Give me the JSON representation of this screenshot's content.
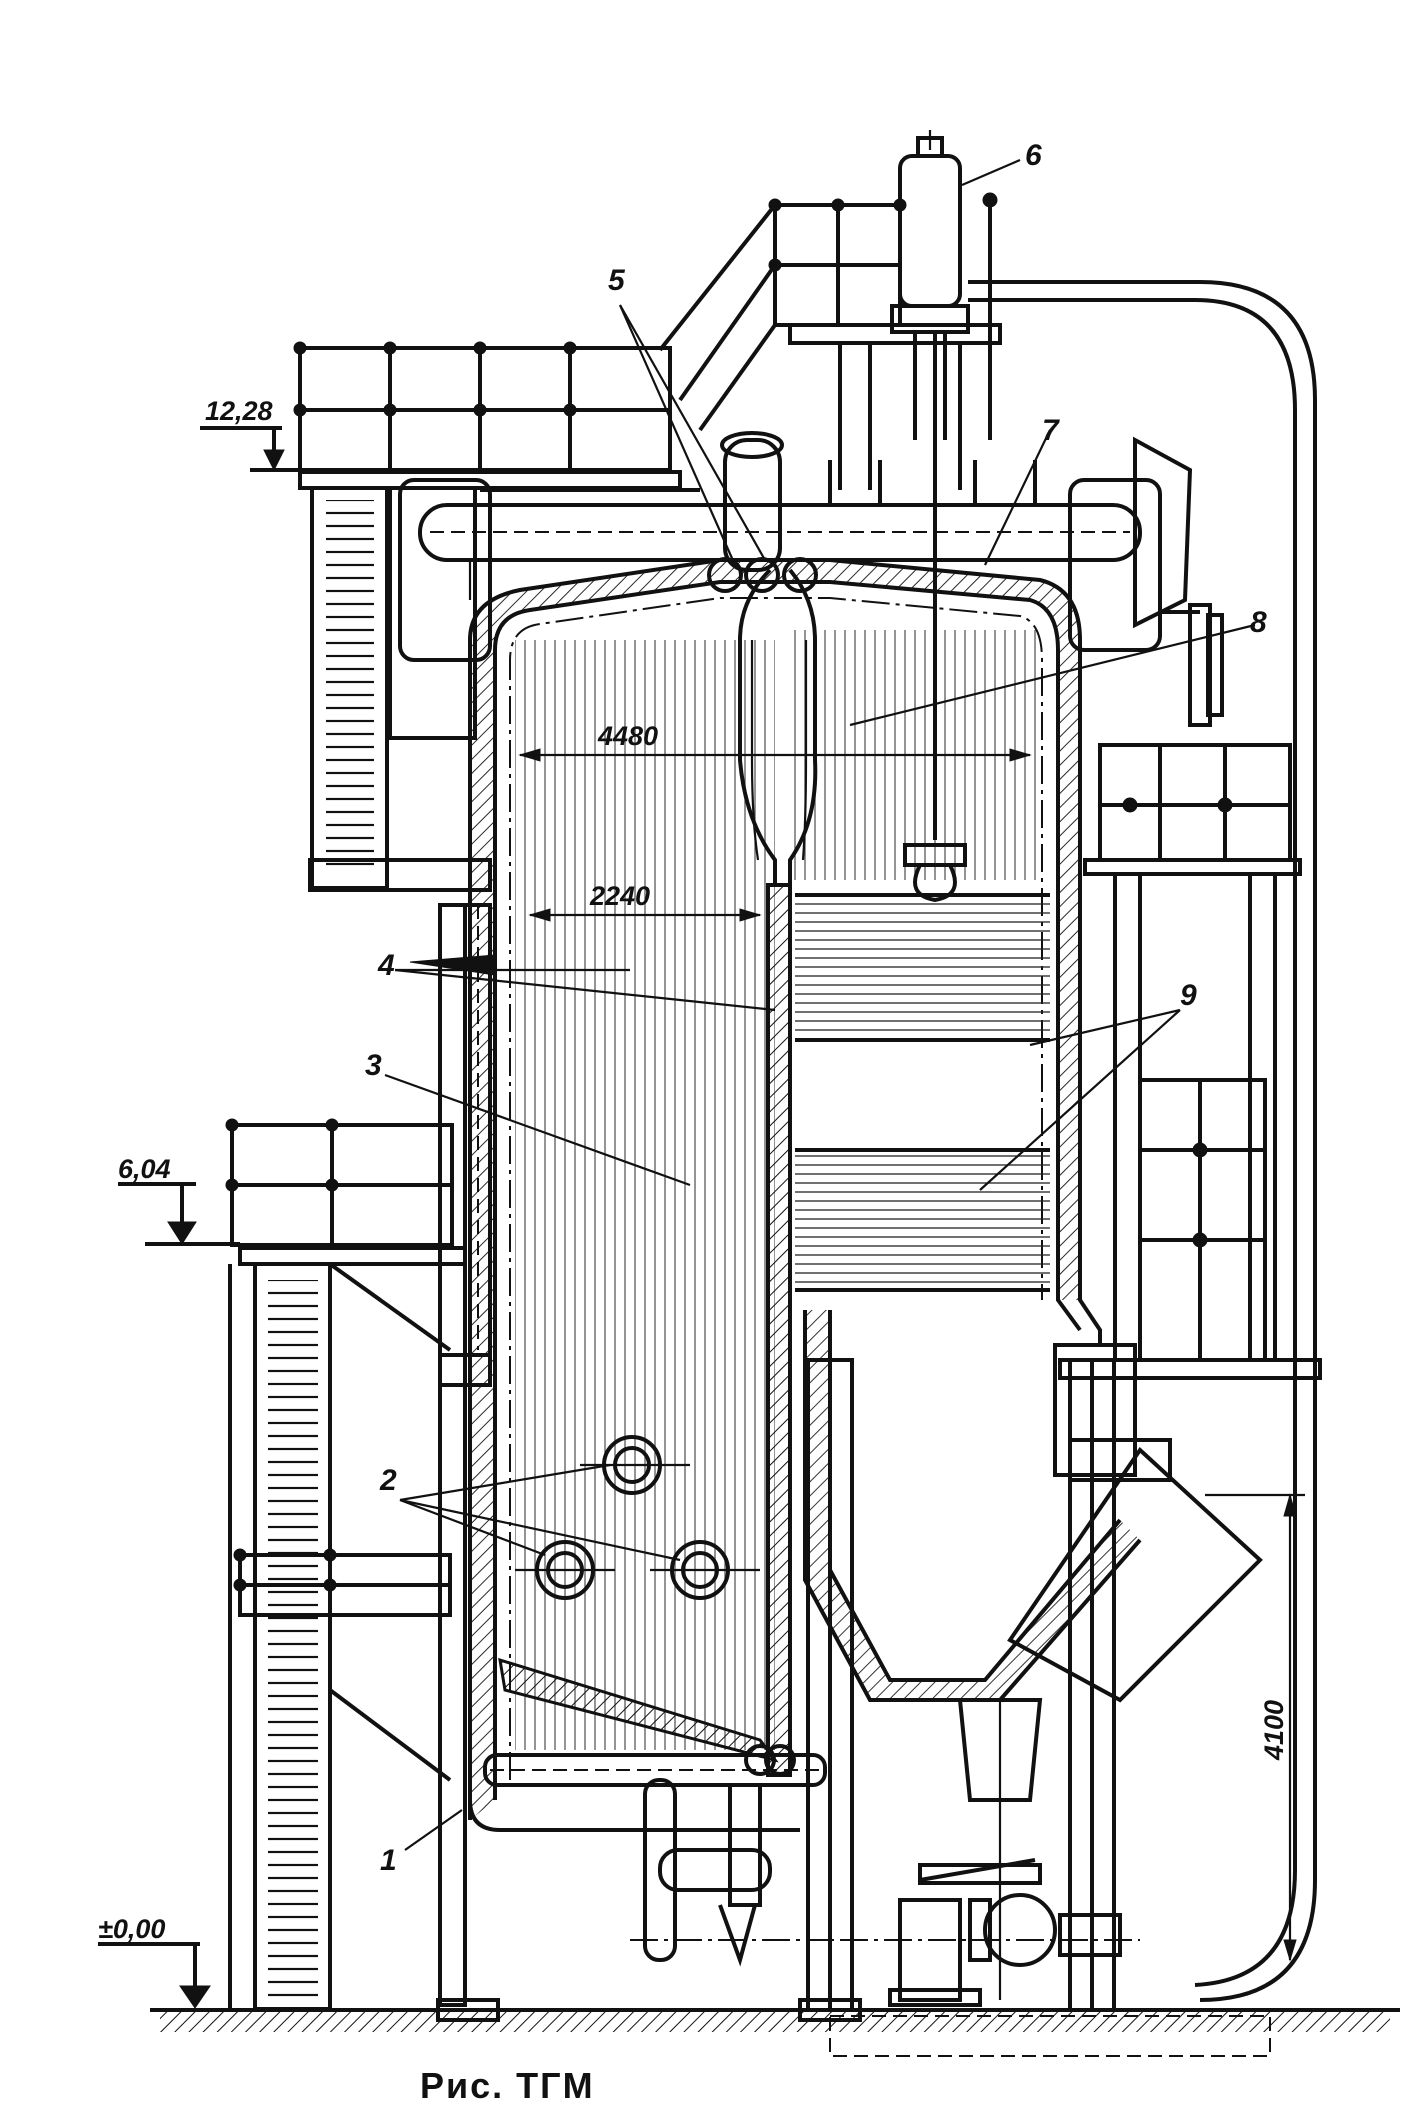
{
  "labels": {
    "l1": "1",
    "l2": "2",
    "l3": "3",
    "l4": "4",
    "l5": "5",
    "l6": "6",
    "l7": "7",
    "l8": "8",
    "l9": "9"
  },
  "dimensions": {
    "width_outer": "4480",
    "width_inner": "2240",
    "height_hopper": "4100"
  },
  "elevations": {
    "top": "12,28",
    "middle": "6,04",
    "ground": "±0,00"
  },
  "caption": "Рис.                    ТГМ"
}
